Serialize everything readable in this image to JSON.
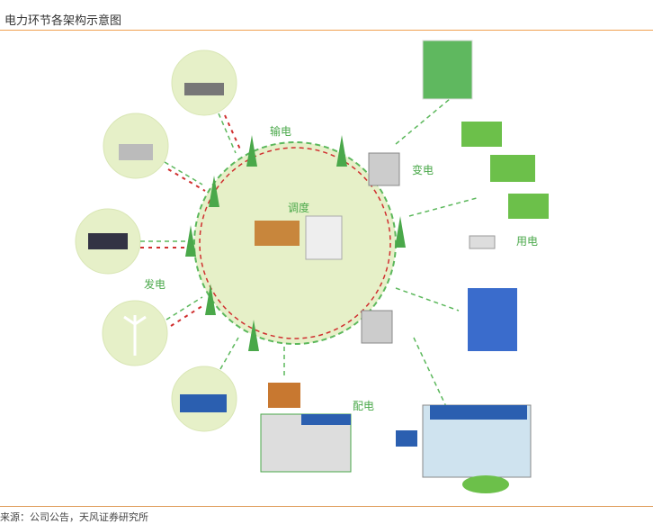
{
  "title": "电力环节各架构示意图",
  "source": "资料来源：公司公告，天风证券研究所",
  "labels": {
    "transmission": "输电",
    "substation": "变电",
    "dispatch": "调度",
    "consumption": "用电",
    "generation": "发电",
    "distribution": "配电"
  },
  "colors": {
    "ring_fill": "#e6f0c8",
    "green": "#4aa84a",
    "red": "#d03030",
    "accent": "#f0a050"
  }
}
